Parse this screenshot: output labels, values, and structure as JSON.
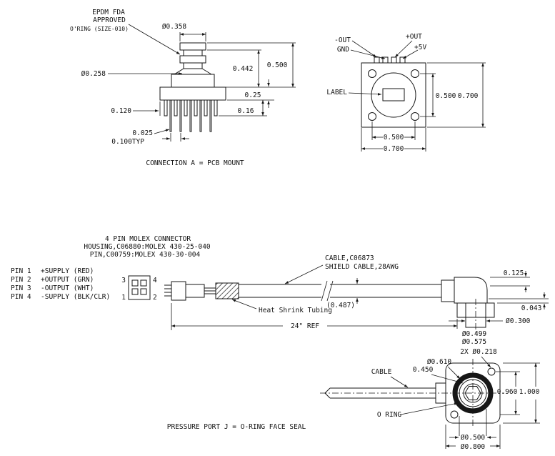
{
  "page": {
    "bg": "#ffffff",
    "ink": "#161616"
  },
  "pcb_view": {
    "callout_epdm_line1": "EPDM FDA",
    "callout_epdm_line2": "APPROVED",
    "callout_epdm_line3": "O'RING (SIZE-010)",
    "dim_port_diameter": "Ø0.358",
    "dim_neck_diameter": "Ø0.258",
    "dim_height_inner": "0.442",
    "dim_height_outer": "0.500",
    "dim_base_thickness": "0.25",
    "dim_pin_shoulder": "0.16",
    "dim_edge_to_pin": "0.120",
    "dim_pin_width": "0.025",
    "dim_pin_pitch": "0.100TYP",
    "caption": "CONNECTION A = PCB MOUNT"
  },
  "flange_view": {
    "pin_label_neg_out": "-OUT",
    "pin_label_gnd": "GND",
    "pin_label_pos_out": "+OUT",
    "pin_label_5v": "+5V",
    "label_callout": "LABEL",
    "dim_vertical_inner": "0.500",
    "dim_vertical_outer": "0.700",
    "dim_horizontal_inner": "0.500",
    "dim_horizontal_outer": "0.700"
  },
  "cable_assembly": {
    "header_line1": "4 PIN MOLEX CONNECTOR",
    "header_line2": "HOUSING,C06880:MOLEX 430-25-040",
    "header_line3": "PIN,C00759:MOLEX 430-30-004",
    "pins": [
      {
        "num": "PIN 1",
        "desc": "+SUPPLY (RED)"
      },
      {
        "num": "PIN 2",
        "desc": "+OUTPUT (GRN)"
      },
      {
        "num": "PIN 3",
        "desc": "-OUTPUT (WHT)"
      },
      {
        "num": "PIN 4",
        "desc": "-SUPPLY (BLK/CLR)"
      }
    ],
    "connector_pin_numbers": {
      "top_left": "3",
      "top_right": "4",
      "bottom_left": "1",
      "bottom_right": "2"
    },
    "cable_callout_line1": "CABLE,C06873",
    "cable_callout_line2": "SHIELD CABLE,28AWG",
    "heat_shrink_callout": "Heat Shrink Tubing",
    "dim_cable_od": "(0.487)",
    "dim_length": "24\" REF",
    "dim_top_offset": "0.125",
    "dim_step": "0.043",
    "dim_port_diameter": "Ø0.300",
    "dim_thread_diameter": "Ø0.499",
    "dim_hex_diameter": "Ø0.575"
  },
  "pressure_port_view": {
    "dim_mount_holes": "2X Ø0.218",
    "dim_oring_od": "Ø0.610",
    "dim_oring_id": "0.450",
    "cable_label": "CABLE",
    "oring_label": "O RING",
    "dim_hole_span": "0.960",
    "dim_body_height": "1.000",
    "dim_boss_diameter": "Ø0.500",
    "dim_body_width": "Ø0.800",
    "caption": "PRESSURE PORT J = O-RING FACE SEAL"
  }
}
